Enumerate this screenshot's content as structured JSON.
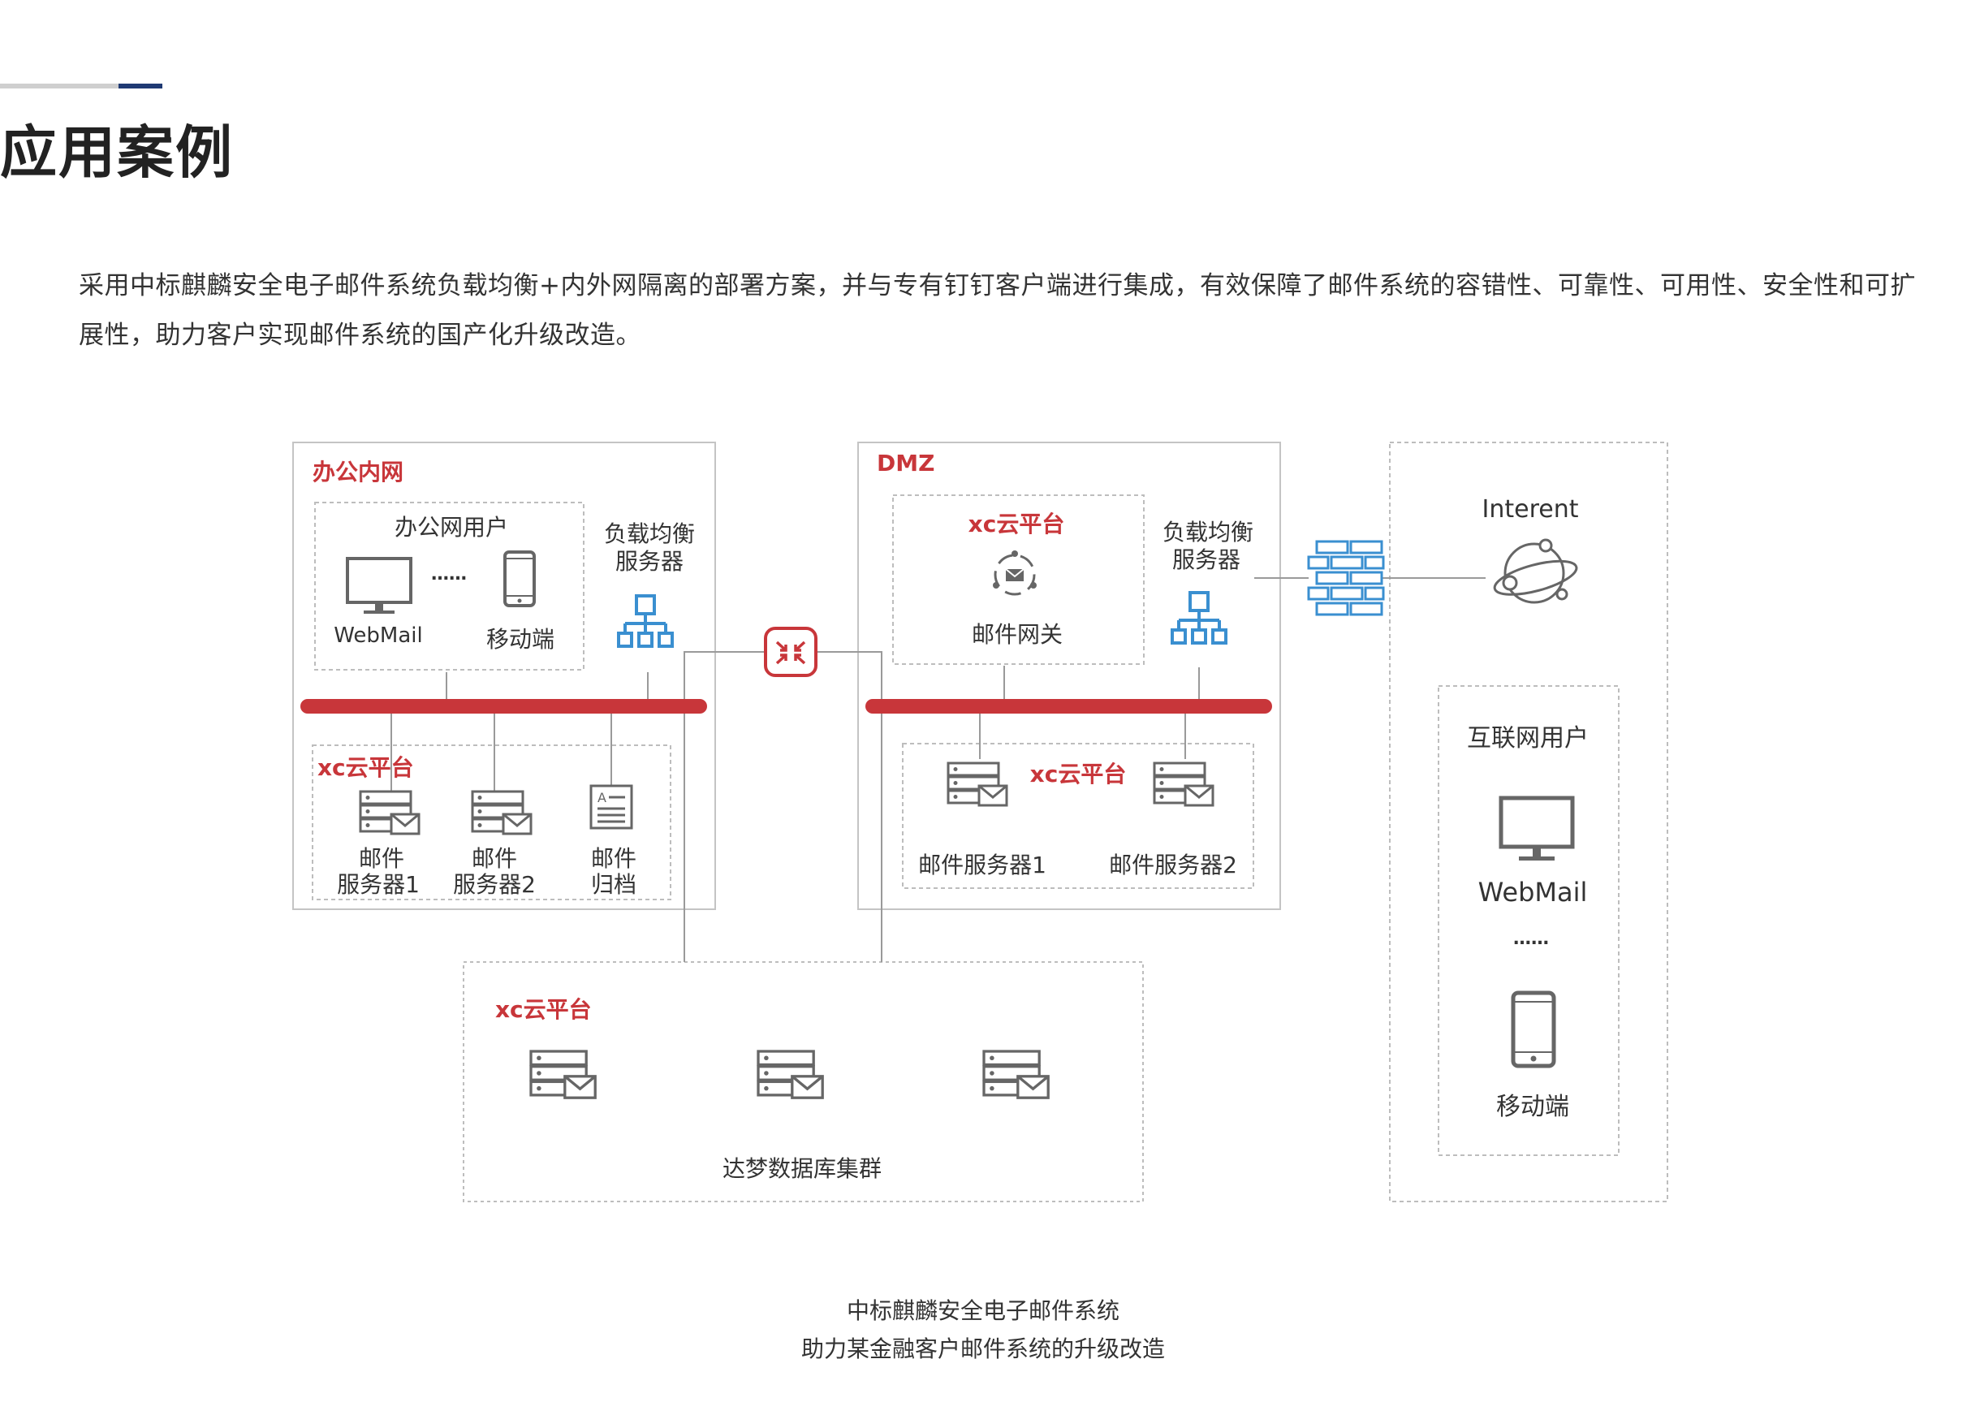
{
  "section": {
    "title": "应用案例",
    "intro": "采用中标麒麟安全电子邮件系统负载均衡+内外网隔离的部署方案，并与专有钉钉客户端进行集成，有效保障了邮件系统的容错性、可靠性、可用性、安全性和可扩展性，助力客户实现邮件系统的国产化升级改造。"
  },
  "diagram": {
    "office_zone": {
      "title": "办公内网",
      "users_title": "办公网用户",
      "webmail": "WebMail",
      "dots": "……",
      "mobile": "移动端",
      "lb_line1": "负载均衡",
      "lb_line2": "服务器",
      "platform": "xc云平台",
      "server1_l1": "邮件",
      "server1_l2": "服务器1",
      "server2_l1": "邮件",
      "server2_l2": "服务器2",
      "archive_l1": "邮件",
      "archive_l2": "归档"
    },
    "dmz_zone": {
      "title": "DMZ",
      "platform_top": "xc云平台",
      "gateway": "邮件网关",
      "lb_line1": "负载均衡",
      "lb_line2": "服务器",
      "platform_bottom": "xc云平台",
      "server1": "邮件服务器1",
      "server2": "邮件服务器2"
    },
    "internet_zone": {
      "title": "Interent",
      "users_title": "互联网用户",
      "webmail": "WebMail",
      "dots": "……",
      "mobile": "移动端"
    },
    "db_zone": {
      "platform": "xc云平台",
      "cluster": "达梦数据库集群"
    }
  },
  "caption": {
    "line1": "中标麒麟安全电子邮件系统",
    "line2": "助力某金融客户邮件系统的升级改造"
  },
  "colors": {
    "accent_red": "#c8363a",
    "accent_blue": "#3a8fd0",
    "navy": "#1f3a73",
    "icon_gray": "#666666",
    "border_gray": "#bdbdbd"
  }
}
